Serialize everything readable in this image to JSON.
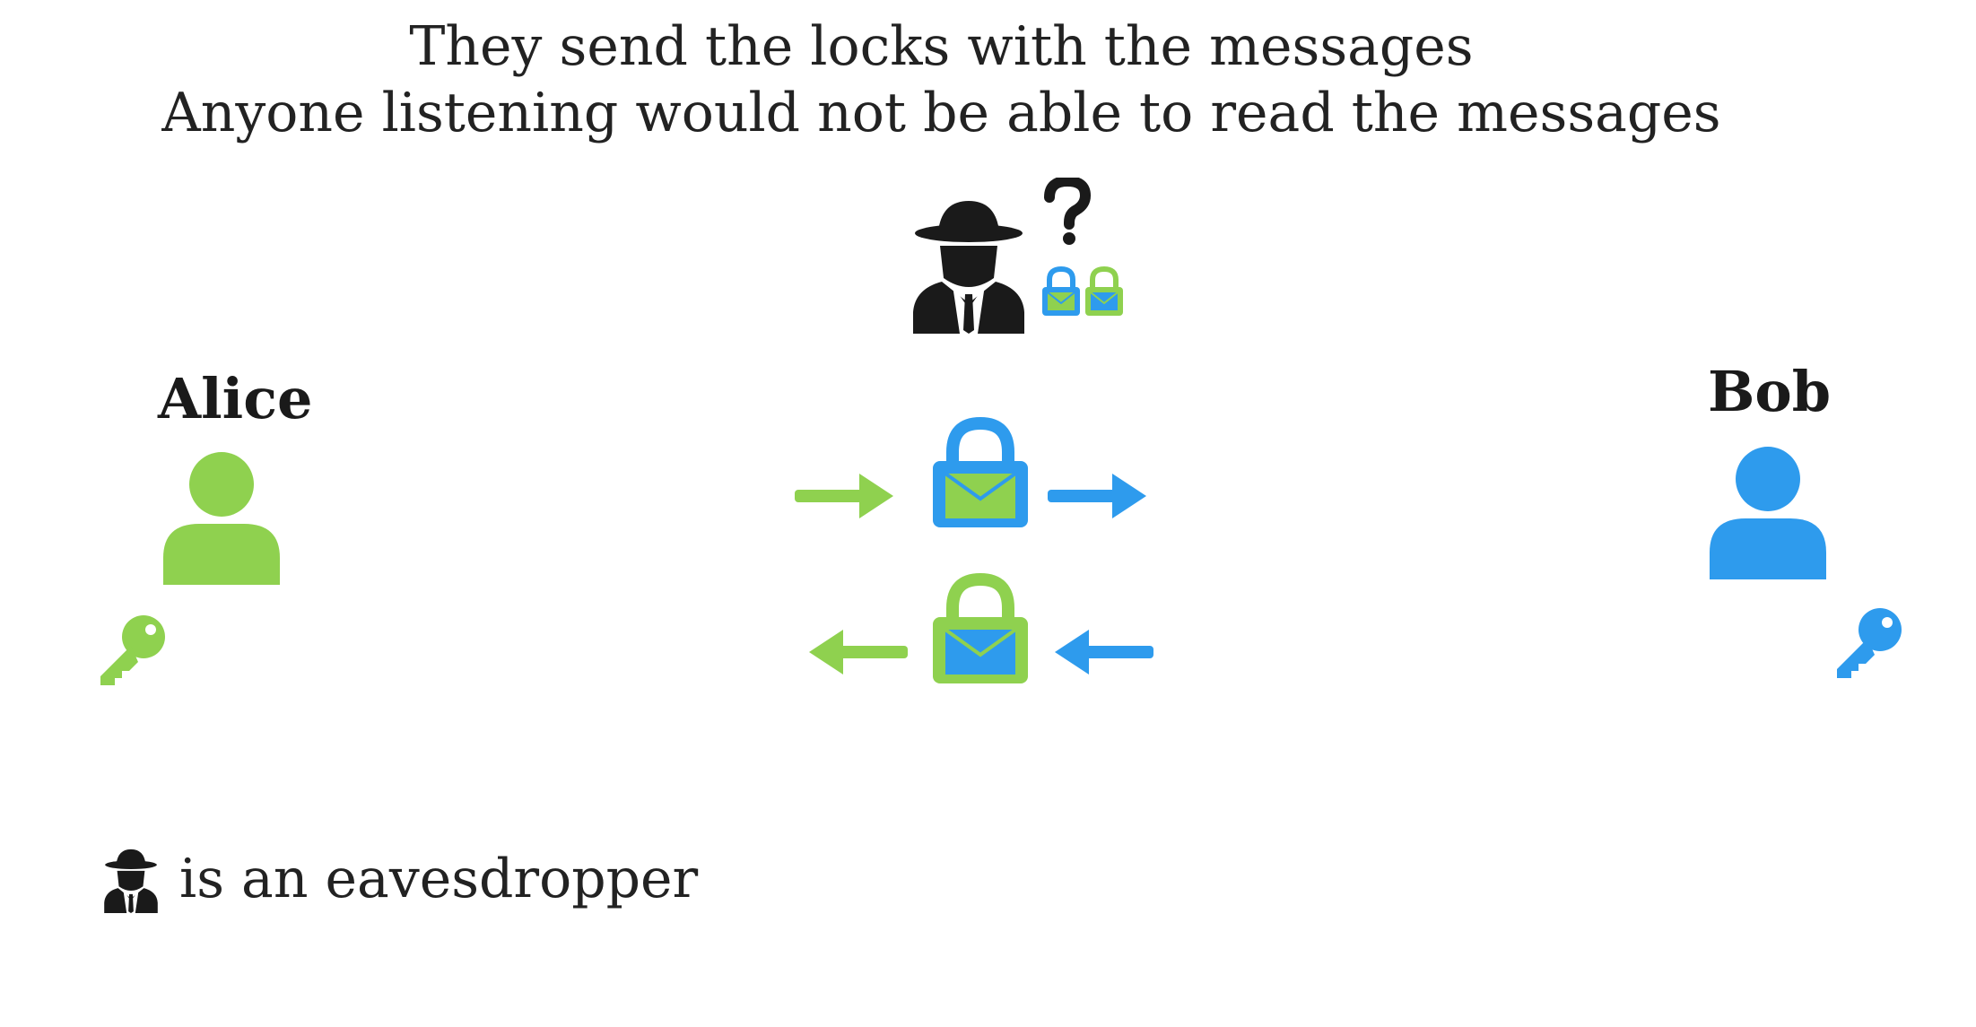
{
  "title": {
    "line1": "They send the locks with the messages",
    "line2": "Anyone listening would not be able to read the messages"
  },
  "actors": {
    "alice": {
      "name": "Alice",
      "color": "#8fd14f"
    },
    "bob": {
      "name": "Bob",
      "color": "#2e9bed"
    },
    "eavesdropper": {
      "color": "#1a1a1a",
      "question_mark": "?"
    }
  },
  "legend": {
    "text": "is an eavesdropper"
  },
  "icons": {
    "person": "user-icon",
    "key": "key-icon",
    "lock": "padlock-icon",
    "envelope": "envelope-icon",
    "arrow": "arrow-icon",
    "spy": "spy-icon"
  }
}
